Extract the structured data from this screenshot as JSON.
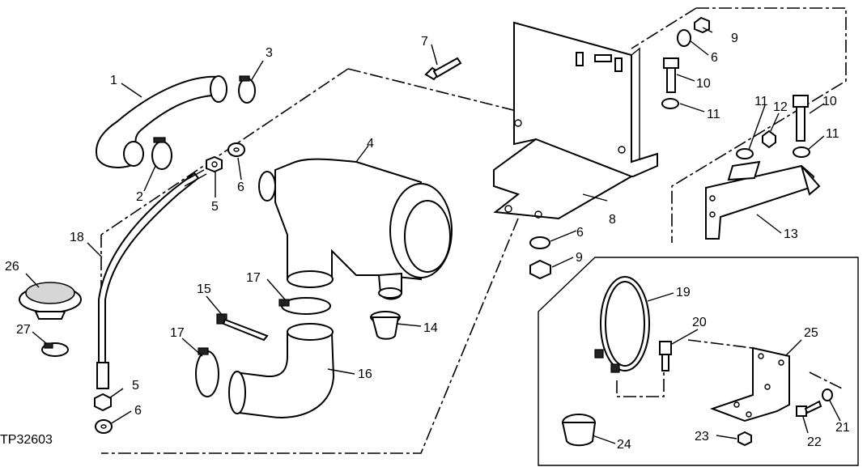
{
  "figure_id": "TP32603",
  "callouts": [
    "1",
    "2",
    "3",
    "4",
    "5",
    "6",
    "7",
    "8",
    "9",
    "10",
    "11",
    "12",
    "13",
    "14",
    "15",
    "16",
    "17",
    "18",
    "19",
    "20",
    "21",
    "22",
    "23",
    "24",
    "25",
    "26",
    "27"
  ],
  "extra_callouts": {
    "label_5b": "5",
    "label_6b": "6",
    "label_6c": "6",
    "label_6d": "6",
    "label_9b": "9",
    "label_10b": "10",
    "label_11b": "11",
    "label_11c": "11",
    "label_17b": "17"
  }
}
